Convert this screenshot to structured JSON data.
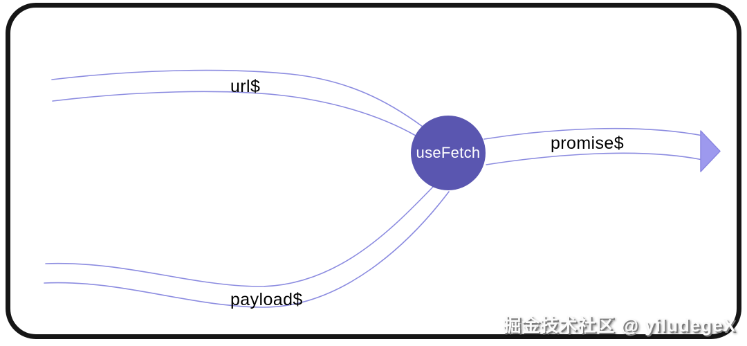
{
  "diagram": {
    "node": {
      "label": "useFetch"
    },
    "inputs": [
      {
        "label": "url$"
      },
      {
        "label": "payload$"
      }
    ],
    "output": {
      "label": "promise$"
    },
    "colors": {
      "stream_line": "#8b8be0",
      "node_fill": "#5a56b0",
      "node_text": "#ffffff",
      "arrow_fill": "#9d99ee",
      "frame_border": "#161616",
      "label_text": "#000000"
    }
  },
  "watermark": {
    "text": "掘金技术社区 @ yiludegeX"
  }
}
